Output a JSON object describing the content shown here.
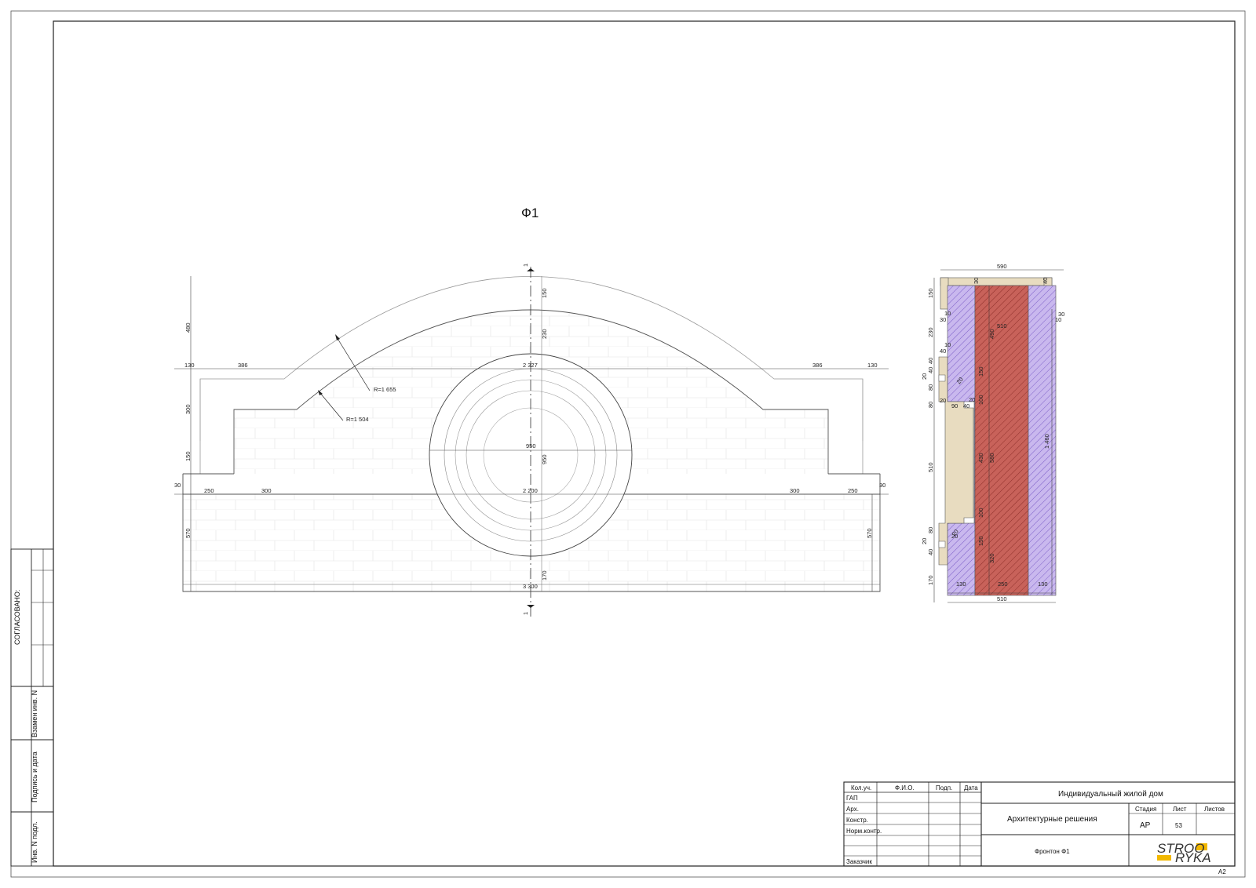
{
  "drawing_title": "Ф1",
  "section_marker": "1",
  "side_strip": {
    "agreed": "СОГЛАСОВАНО:",
    "replace_inv": "Взамен инв. N",
    "sign_date": "Подпись и дата",
    "inv_orig": "Инв. N подл."
  },
  "front_view": {
    "radius_outer": "R=1 655",
    "radius_inner": "R=1 504",
    "dims_left": [
      "480",
      "300",
      "150",
      "570"
    ],
    "dims_left_small": [
      "130",
      "30"
    ],
    "dims_top": [
      "386",
      "2 327",
      "386",
      "130"
    ],
    "dims_center": [
      "150",
      "230",
      "950",
      "950",
      "170"
    ],
    "dims_bottom_row": [
      "250",
      "300",
      "2 200",
      "300",
      "250",
      "30"
    ],
    "dim_total": "3 300",
    "dim_right": "570"
  },
  "section_view": {
    "top_width": "590",
    "bottom_width": "510",
    "bottom_parts": [
      "130",
      "250",
      "130"
    ],
    "inner_width": "510",
    "height_total": "1 460",
    "left_dims": [
      "150",
      "230",
      "20",
      "80",
      "80",
      "510",
      "80",
      "20",
      "170"
    ],
    "small_dims": [
      "30",
      "10",
      "30",
      "10",
      "40",
      "40",
      "40",
      "20",
      "90",
      "40",
      "20",
      "40",
      "30",
      "40",
      "20",
      "10"
    ],
    "inner_dims": [
      "490",
      "150",
      "100",
      "430",
      "580",
      "100",
      "150",
      "320",
      "20",
      "20"
    ]
  },
  "colors": {
    "hatch_purple": "#b9a4e6",
    "hatch_red": "#c45c54",
    "trim_beige": "#e8dcc0",
    "logo_yellow": "#f2b800"
  },
  "title_block": {
    "headers": [
      "Кол.уч.",
      "Ф.И.О.",
      "Подп.",
      "Дата"
    ],
    "rows": [
      "ГАП",
      "Арх.",
      "Констр.",
      "Норм.контр.",
      "",
      "",
      "Заказчик"
    ],
    "project": "Индивидуальный жилой дом",
    "section": "Архитектурные решения",
    "sheet_name": "Фронтон  Ф1",
    "stage_label": "Стадия",
    "sheet_label": "Лист",
    "sheets_label": "Листов",
    "stage": "АР",
    "sheet_no": "53",
    "sheets_total": "",
    "logo_top": "STROO",
    "logo_bottom": "RYKA"
  },
  "format": "А2"
}
